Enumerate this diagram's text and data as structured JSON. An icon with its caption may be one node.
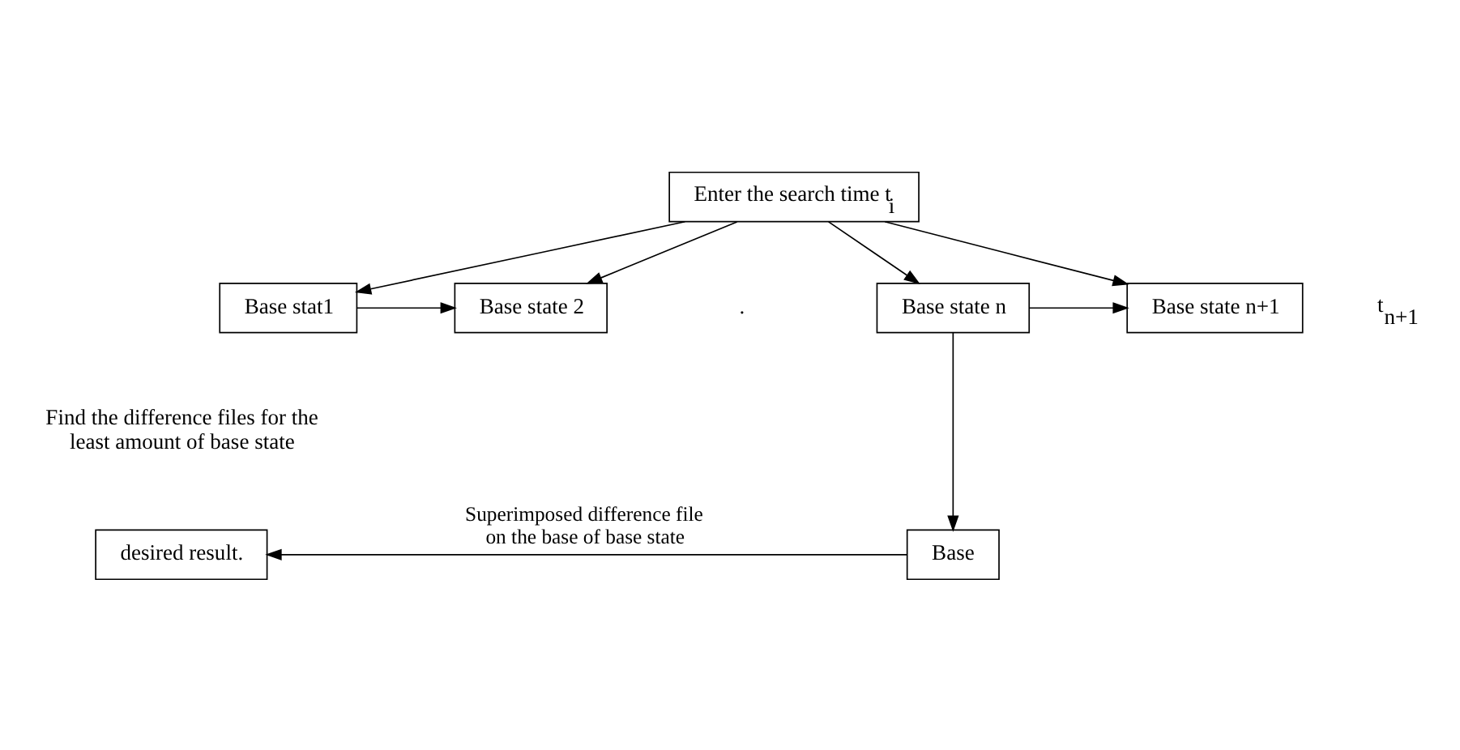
{
  "diagram": {
    "nodes": [
      {
        "text": [
          "Enter the search time t$_{i}$"
        ]
      },
      {
        "text": [
          "Base stat1"
        ]
      },
      {
        "text": [
          "Base state 2"
        ]
      },
      {
        "text": [
          "Base state n"
        ]
      },
      {
        "text": [
          "Base state n+1"
        ]
      },
      {
        "text": [
          "Base"
        ]
      },
      {
        "text": [
          "desired result."
        ]
      }
    ],
    "edges": [
      {
        "from": 0,
        "to": 1,
        "arrow": "to"
      },
      {
        "from": 0,
        "to": 2,
        "arrow": "to"
      },
      {
        "from": 0,
        "to": 3,
        "arrow": "to"
      },
      {
        "from": 0,
        "to": 4,
        "arrow": "to"
      },
      {
        "from": 1,
        "to": 2,
        "arrow": "to"
      },
      {
        "from": 3,
        "to": 4,
        "arrow": "to"
      },
      {
        "from": 3,
        "to": 5,
        "arrow": "to"
      },
      {
        "from": 5,
        "to": 6,
        "arrow": "to",
        "label": "Superimposed difference file on the base of base state"
      }
    ],
    "labels": [
      "t$_{n+1}$",
      ".",
      "Find the difference files for the least amount of base state"
    ]
  }
}
